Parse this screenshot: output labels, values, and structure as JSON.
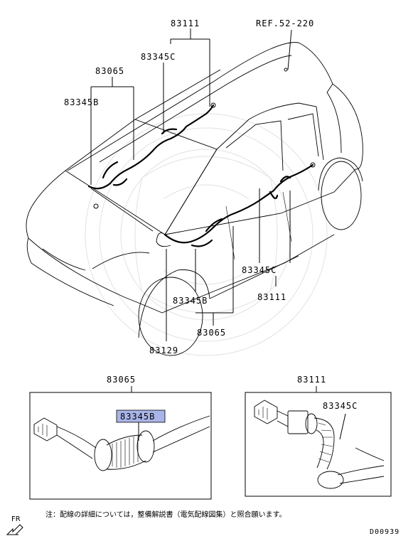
{
  "labels": {
    "p83111_top": "83111",
    "ref": "REF.52-220",
    "p83345c_top": "83345C",
    "p83065_top": "83065",
    "p83345b_top": "83345B",
    "p83345c_right": "83345C",
    "p83111_right": "83111",
    "p83345b_mid": "83345B",
    "p83065_mid": "83065",
    "p83129": "83129",
    "inset_left_title": "83065",
    "inset_left_part": "83345B",
    "inset_right_title": "83111",
    "inset_right_part": "83345C"
  },
  "footer": {
    "note": "注：配線の詳細については，整備解説書（電気配線図集）と照合願います。",
    "fr": "FR",
    "code": "D00939"
  },
  "colors": {
    "highlight": "#a9b4e8",
    "line": "#000000",
    "watermark": "#e6e6e6"
  }
}
